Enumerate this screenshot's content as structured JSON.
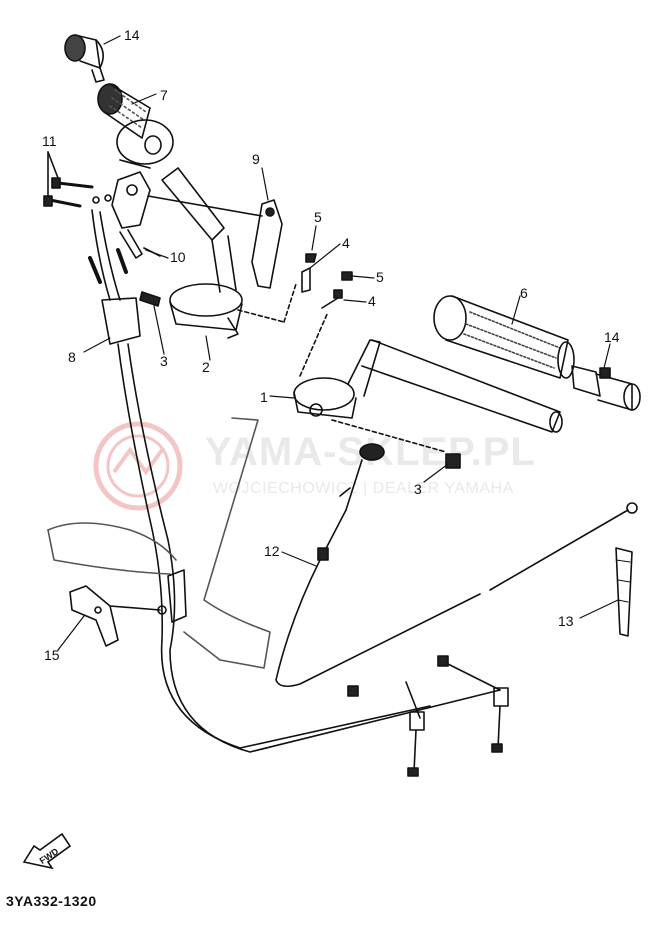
{
  "watermark": {
    "brand": "YAMA-SKLEP.PL",
    "dealer": "WOJCIECHOWICZ | DEALER YAMAHA"
  },
  "diagram_code": "3YA332-1320",
  "fwd_label": "FWD",
  "callouts": [
    "14",
    "7",
    "11",
    "9",
    "5",
    "4",
    "5",
    "10",
    "4",
    "6",
    "14",
    "8",
    "3",
    "2",
    "1",
    "3",
    "12",
    "13",
    "15"
  ]
}
